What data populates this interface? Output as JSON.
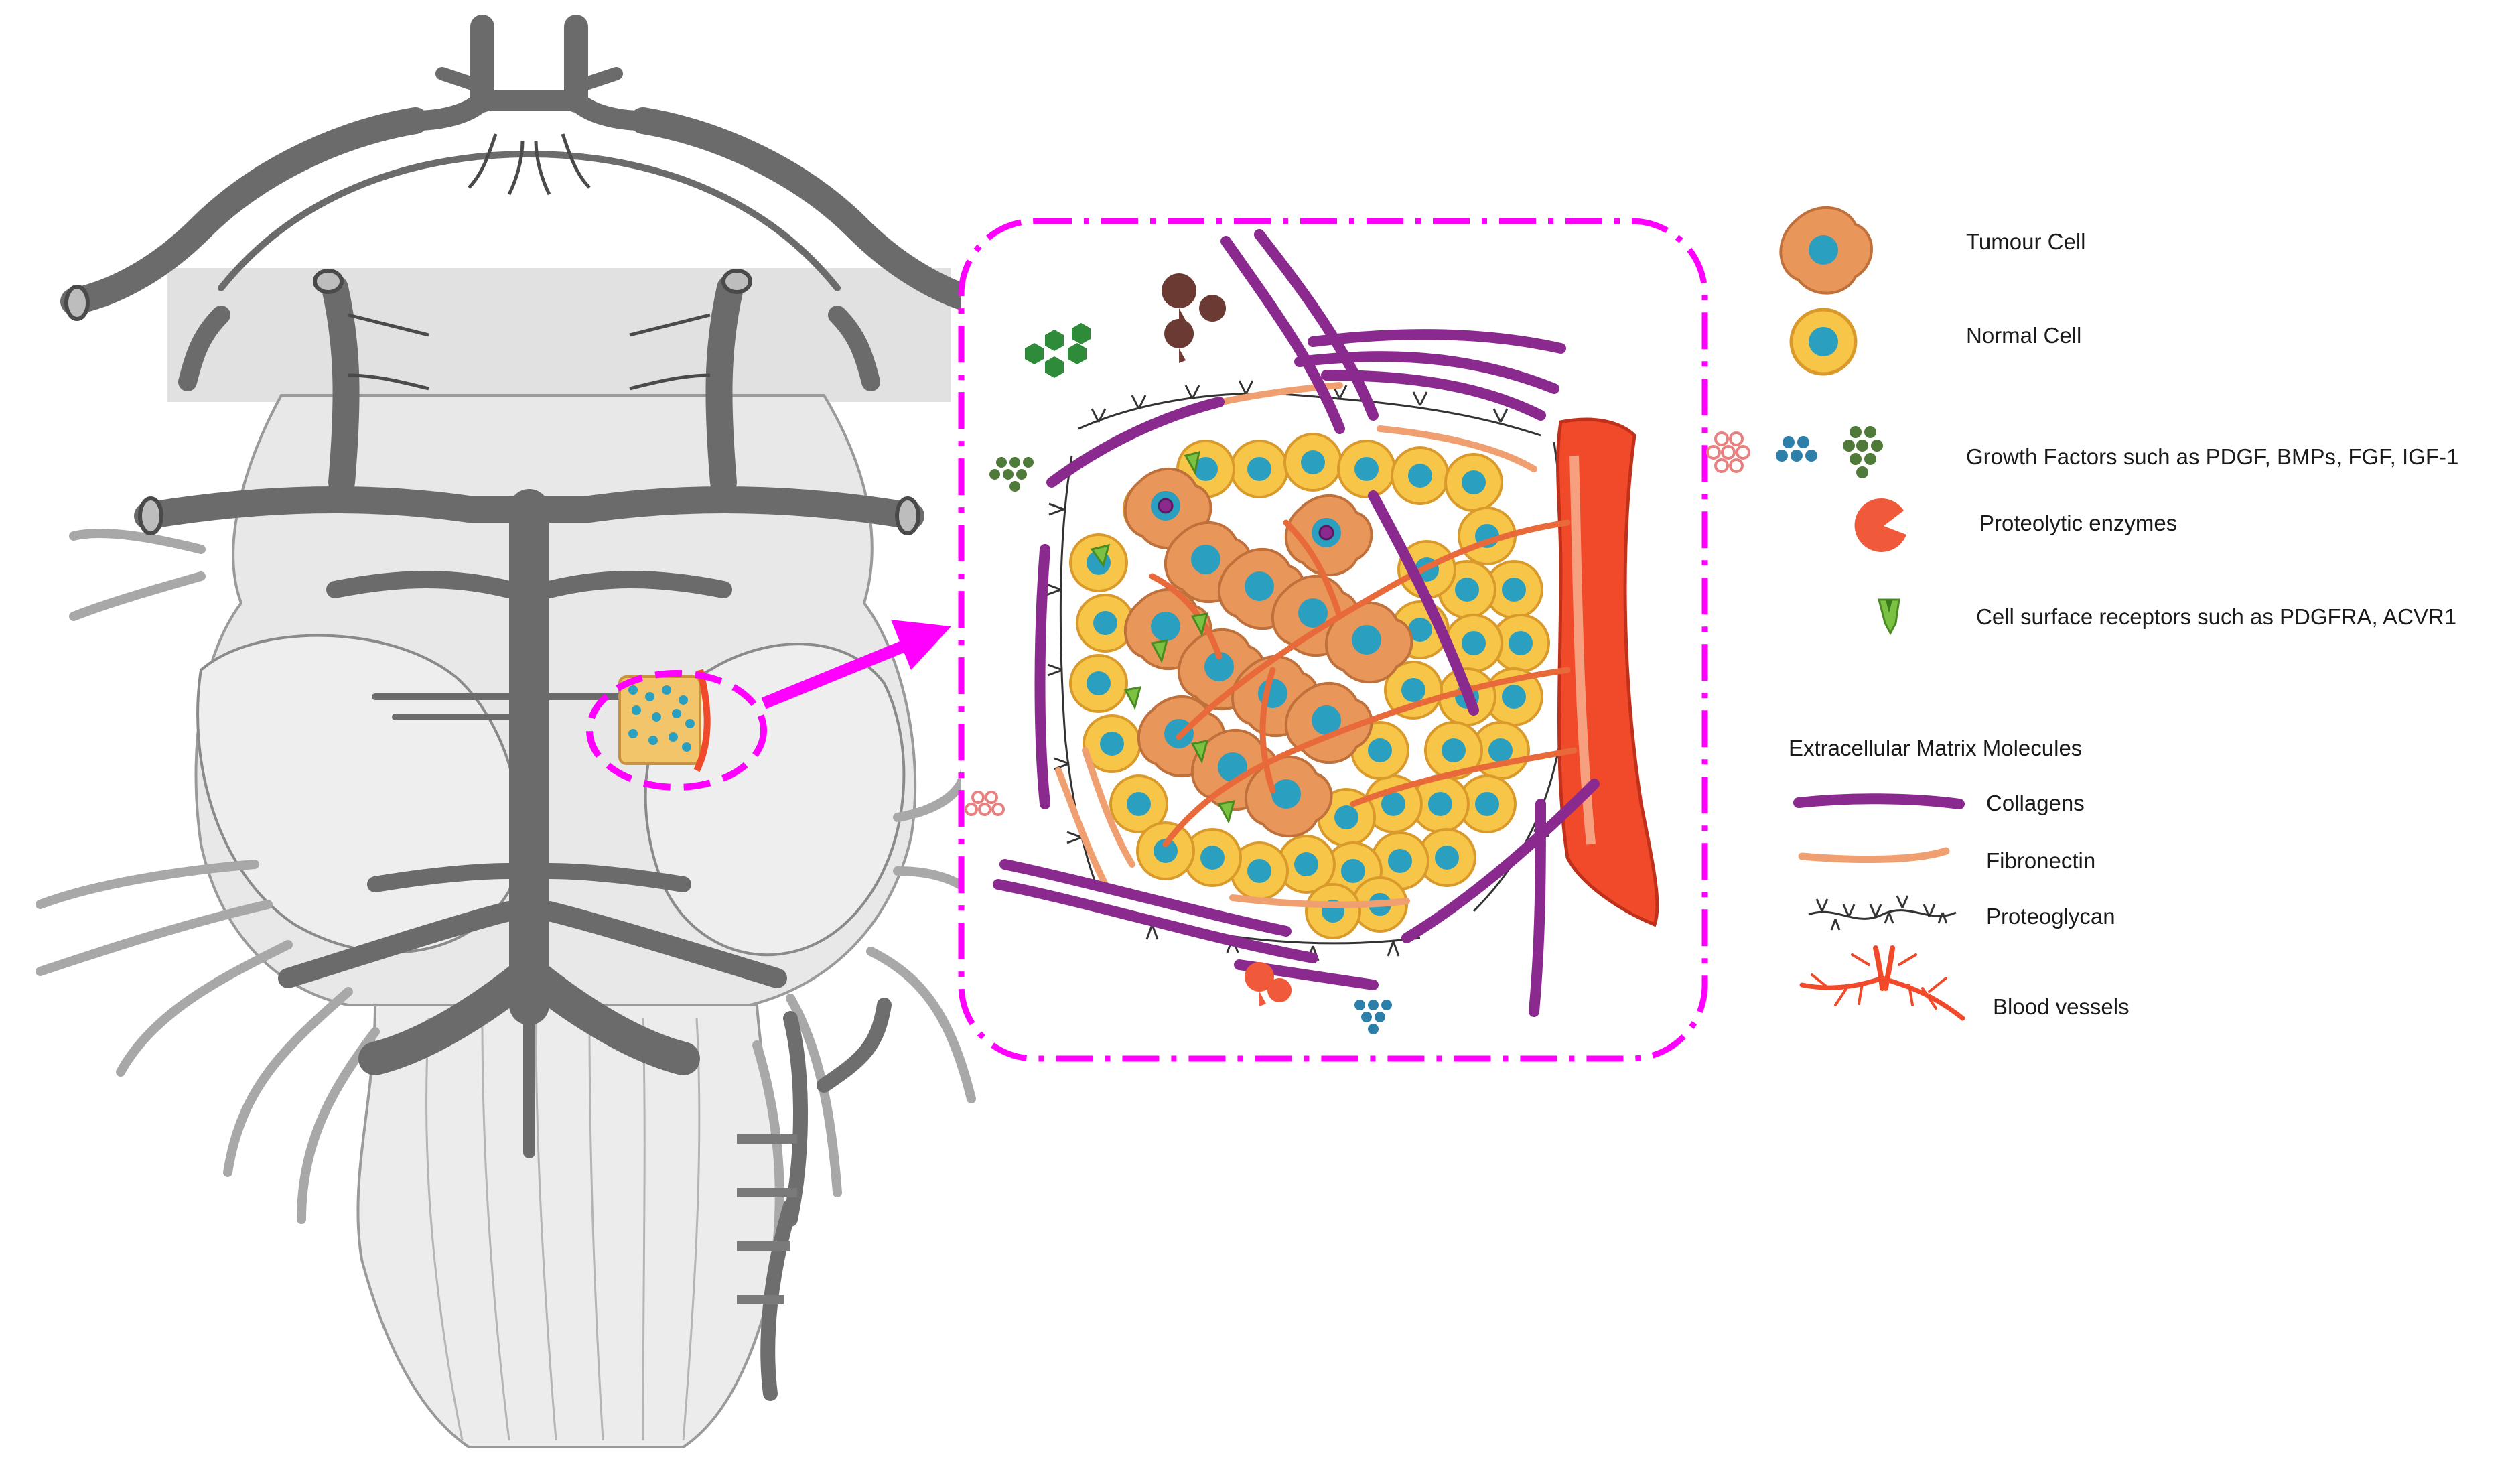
{
  "colors": {
    "vessel_gray": "#6e6e6e",
    "vessel_gray_dark": "#4a4a4a",
    "brain_fill": "#e6e6e6",
    "brain_light": "#f2f2f2",
    "magenta": "#ff00ff",
    "tumour_orange": "#e8965a",
    "normal_yellow": "#f7c548",
    "nucleus_blue": "#2a9fc0",
    "collagen_purple": "#8b2a8e",
    "fibronectin_orange": "#f0a070",
    "blood_red": "#f04a2a",
    "receptor_green": "#7cc242",
    "gf_green": "#4f7a3a",
    "gf_blue": "#2b7fa8",
    "gf_pink": "#e88080",
    "enzyme_brown": "#6b3a32",
    "enzyme_red": "#f05a3a"
  },
  "icons": {
    "tumour_cell": "tumour-cell-icon",
    "normal_cell": "normal-cell-icon",
    "growth_factors": "growth-factor-cluster-icon",
    "proteolytic_enzyme": "proteolytic-enzyme-icon",
    "receptor": "cell-surface-receptor-icon",
    "collagen": "collagen-fiber-icon",
    "fibronectin": "fibronectin-fiber-icon",
    "proteoglycan": "proteoglycan-chain-icon",
    "blood_vessel": "blood-vessel-icon"
  },
  "legend": {
    "tumour_cell": "Tumour Cell",
    "normal_cell": "Normal Cell",
    "growth_factors": "Growth Factors such as PDGF, BMPs, FGF, IGF-1",
    "proteolytic_enzymes": "Proteolytic enzymes",
    "receptors": "Cell surface receptors such as PDGFRA, ACVR1",
    "ecm_heading": "Extracellular  Matrix Molecules",
    "collagens": "Collagens",
    "fibronectin": "Fibronectin",
    "proteoglycan": "Proteoglycan",
    "blood_vessels": "Blood vessels"
  }
}
